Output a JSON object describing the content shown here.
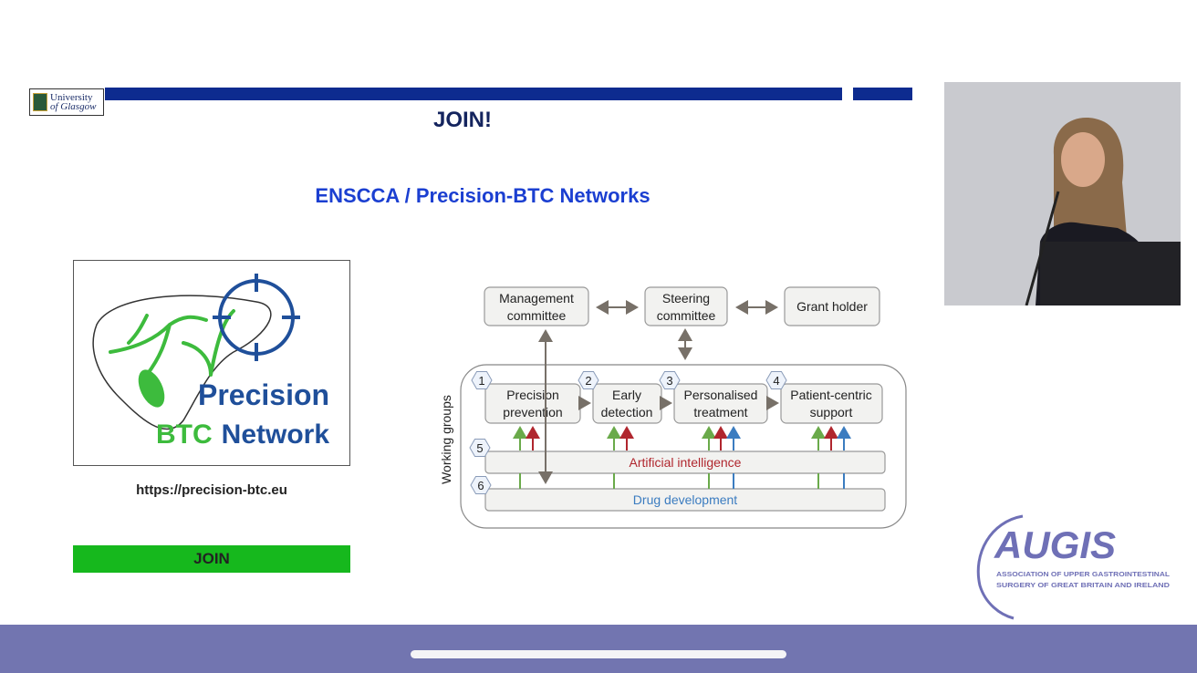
{
  "slide": {
    "title": "JOIN!",
    "subtitle": "ENSCCA / Precision-BTC Networks",
    "university_logo": {
      "line1": "University",
      "line2": "of Glasgow"
    },
    "network_logo": {
      "word1": "Precision",
      "word2": "BTC",
      "word3": "Network"
    },
    "url": "https://precision-btc.eu",
    "join_button": "JOIN",
    "colors": {
      "accent_blue": "#0d2b8f",
      "join_green": "#16b81d",
      "augis_purple": "#6f70b6"
    }
  },
  "diagram": {
    "top": {
      "management": [
        "Management",
        "committee"
      ],
      "steering": [
        "Steering",
        "committee"
      ],
      "grant": "Grant holder"
    },
    "side_label": "Working groups",
    "groups": [
      {
        "num": "1",
        "lines": [
          "Precision",
          "prevention"
        ]
      },
      {
        "num": "2",
        "lines": [
          "Early",
          "detection"
        ]
      },
      {
        "num": "3",
        "lines": [
          "Personalised",
          "treatment"
        ]
      },
      {
        "num": "4",
        "lines": [
          "Patient-centric",
          "support"
        ]
      }
    ],
    "ai": {
      "num": "5",
      "label": "Artificial intelligence"
    },
    "drug": {
      "num": "6",
      "label": "Drug development"
    }
  },
  "augis": {
    "name": "AUGIS",
    "line1": "ASSOCIATION OF UPPER GASTROINTESTINAL",
    "line2": "SURGERY OF GREAT BRITAIN AND IRELAND"
  }
}
